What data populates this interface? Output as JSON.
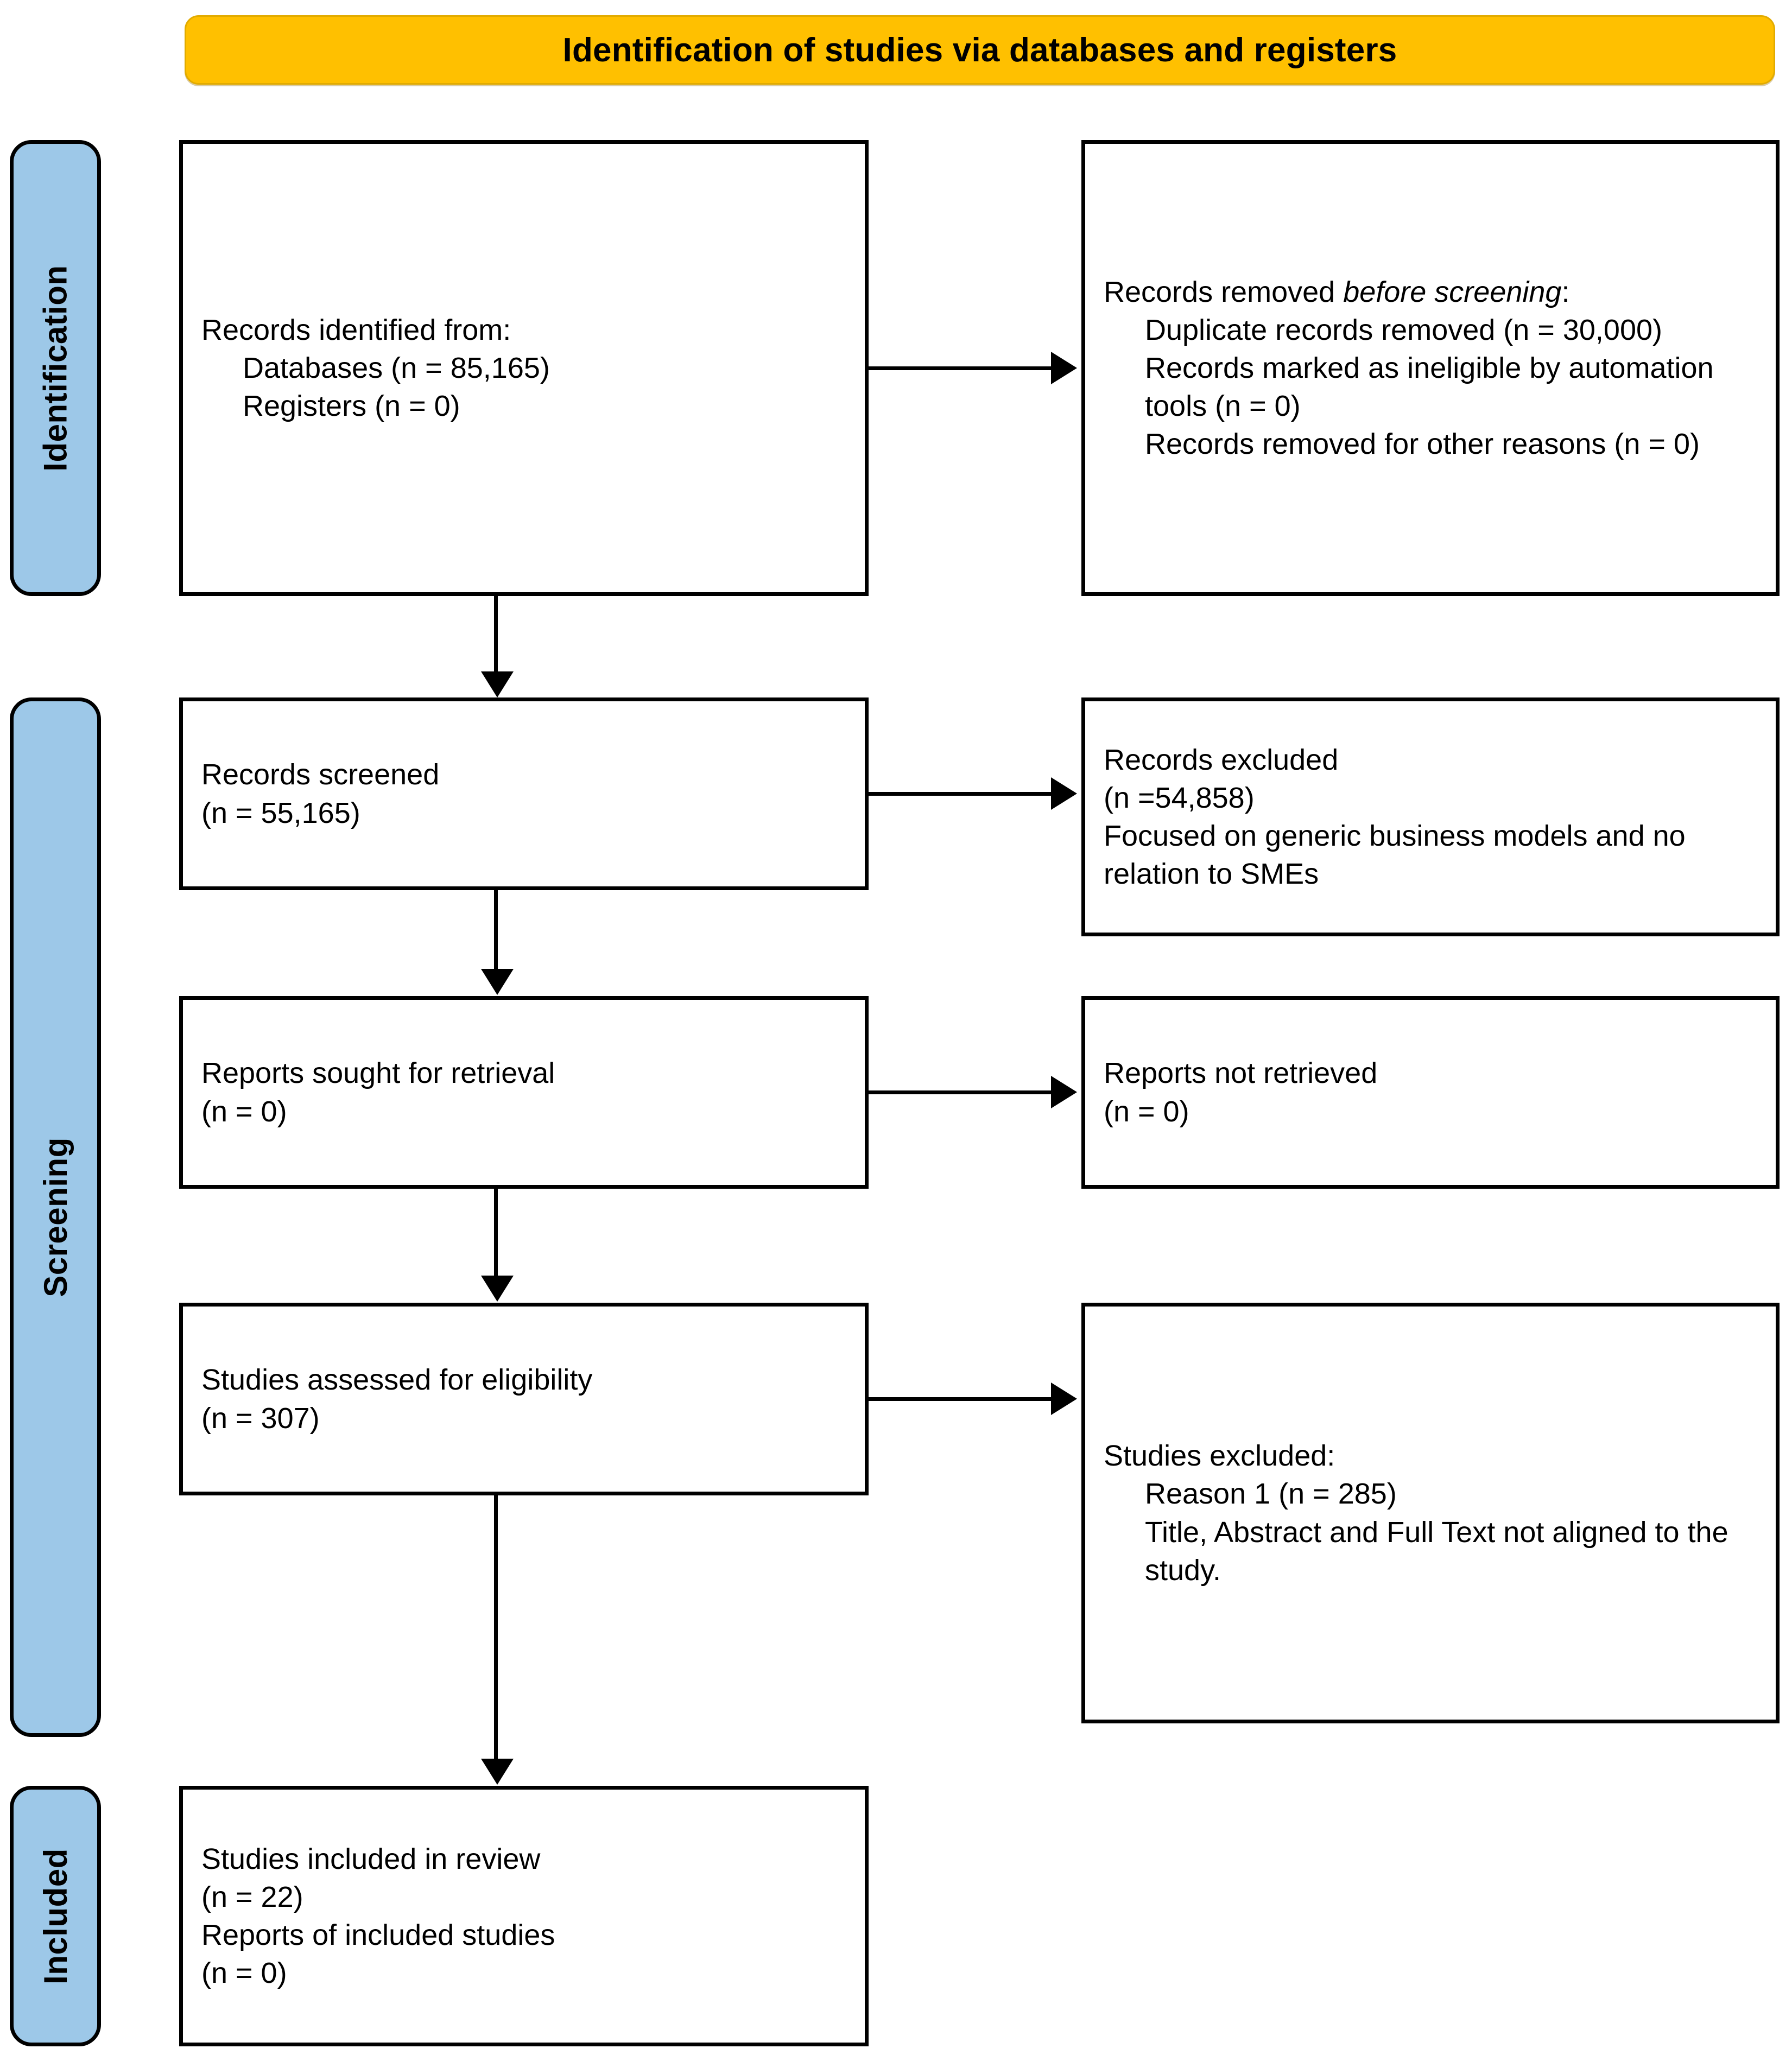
{
  "diagram": {
    "type": "prisma-flow-diagram",
    "banner_title": "Identification of studies via databases and registers",
    "banner_color": "#FFC000",
    "rail_color": "#9DC8E8",
    "box_border_color": "#000000",
    "background": "#ffffff"
  },
  "stages": {
    "identification": "Identification",
    "screening": "Screening",
    "included": "Included"
  },
  "boxes": {
    "identified": {
      "line1": "Records identified from:",
      "line2": "Databases (n = 85,165)",
      "line3": "Registers (n = 0)"
    },
    "removed": {
      "line1_prefix": "Records removed ",
      "line1_italic": "before screening",
      "line1_suffix": ":",
      "line2": "Duplicate records removed (n = 30,000)",
      "line3": "Records marked as ineligible by automation tools (n = 0)",
      "line4": "Records removed for other reasons (n = 0)"
    },
    "screened": {
      "line1": "Records screened",
      "line2": "(n = 55,165)"
    },
    "excluded": {
      "line1": "Records excluded",
      "line2": "(n =54,858)",
      "line3": "Focused on generic business models and no relation to SMEs"
    },
    "sought": {
      "line1": "Reports sought for retrieval",
      "line2": "(n = 0)"
    },
    "not_retrieved": {
      "line1": "Reports not retrieved",
      "line2": "(n = 0)"
    },
    "assessed": {
      "line1": "Studies assessed for eligibility",
      "line2": "(n = 307)"
    },
    "studies_excluded": {
      "line1": "Studies excluded:",
      "line2": "Reason 1 (n = 285)",
      "line3": "Title, Abstract and Full Text not aligned to the study."
    },
    "included": {
      "line1": "Studies included in review",
      "line2": "(n = 22)",
      "line3": "Reports of included studies",
      "line4": "(n = 0)"
    }
  },
  "counts": {
    "databases": 85165,
    "registers": 0,
    "duplicates_removed": 30000,
    "ineligible_automation": 0,
    "removed_other": 0,
    "records_screened": 55165,
    "records_excluded": 54858,
    "reports_sought": 0,
    "reports_not_retrieved": 0,
    "studies_assessed": 307,
    "studies_excluded_reason1": 285,
    "studies_included": 22,
    "reports_included": 0
  }
}
